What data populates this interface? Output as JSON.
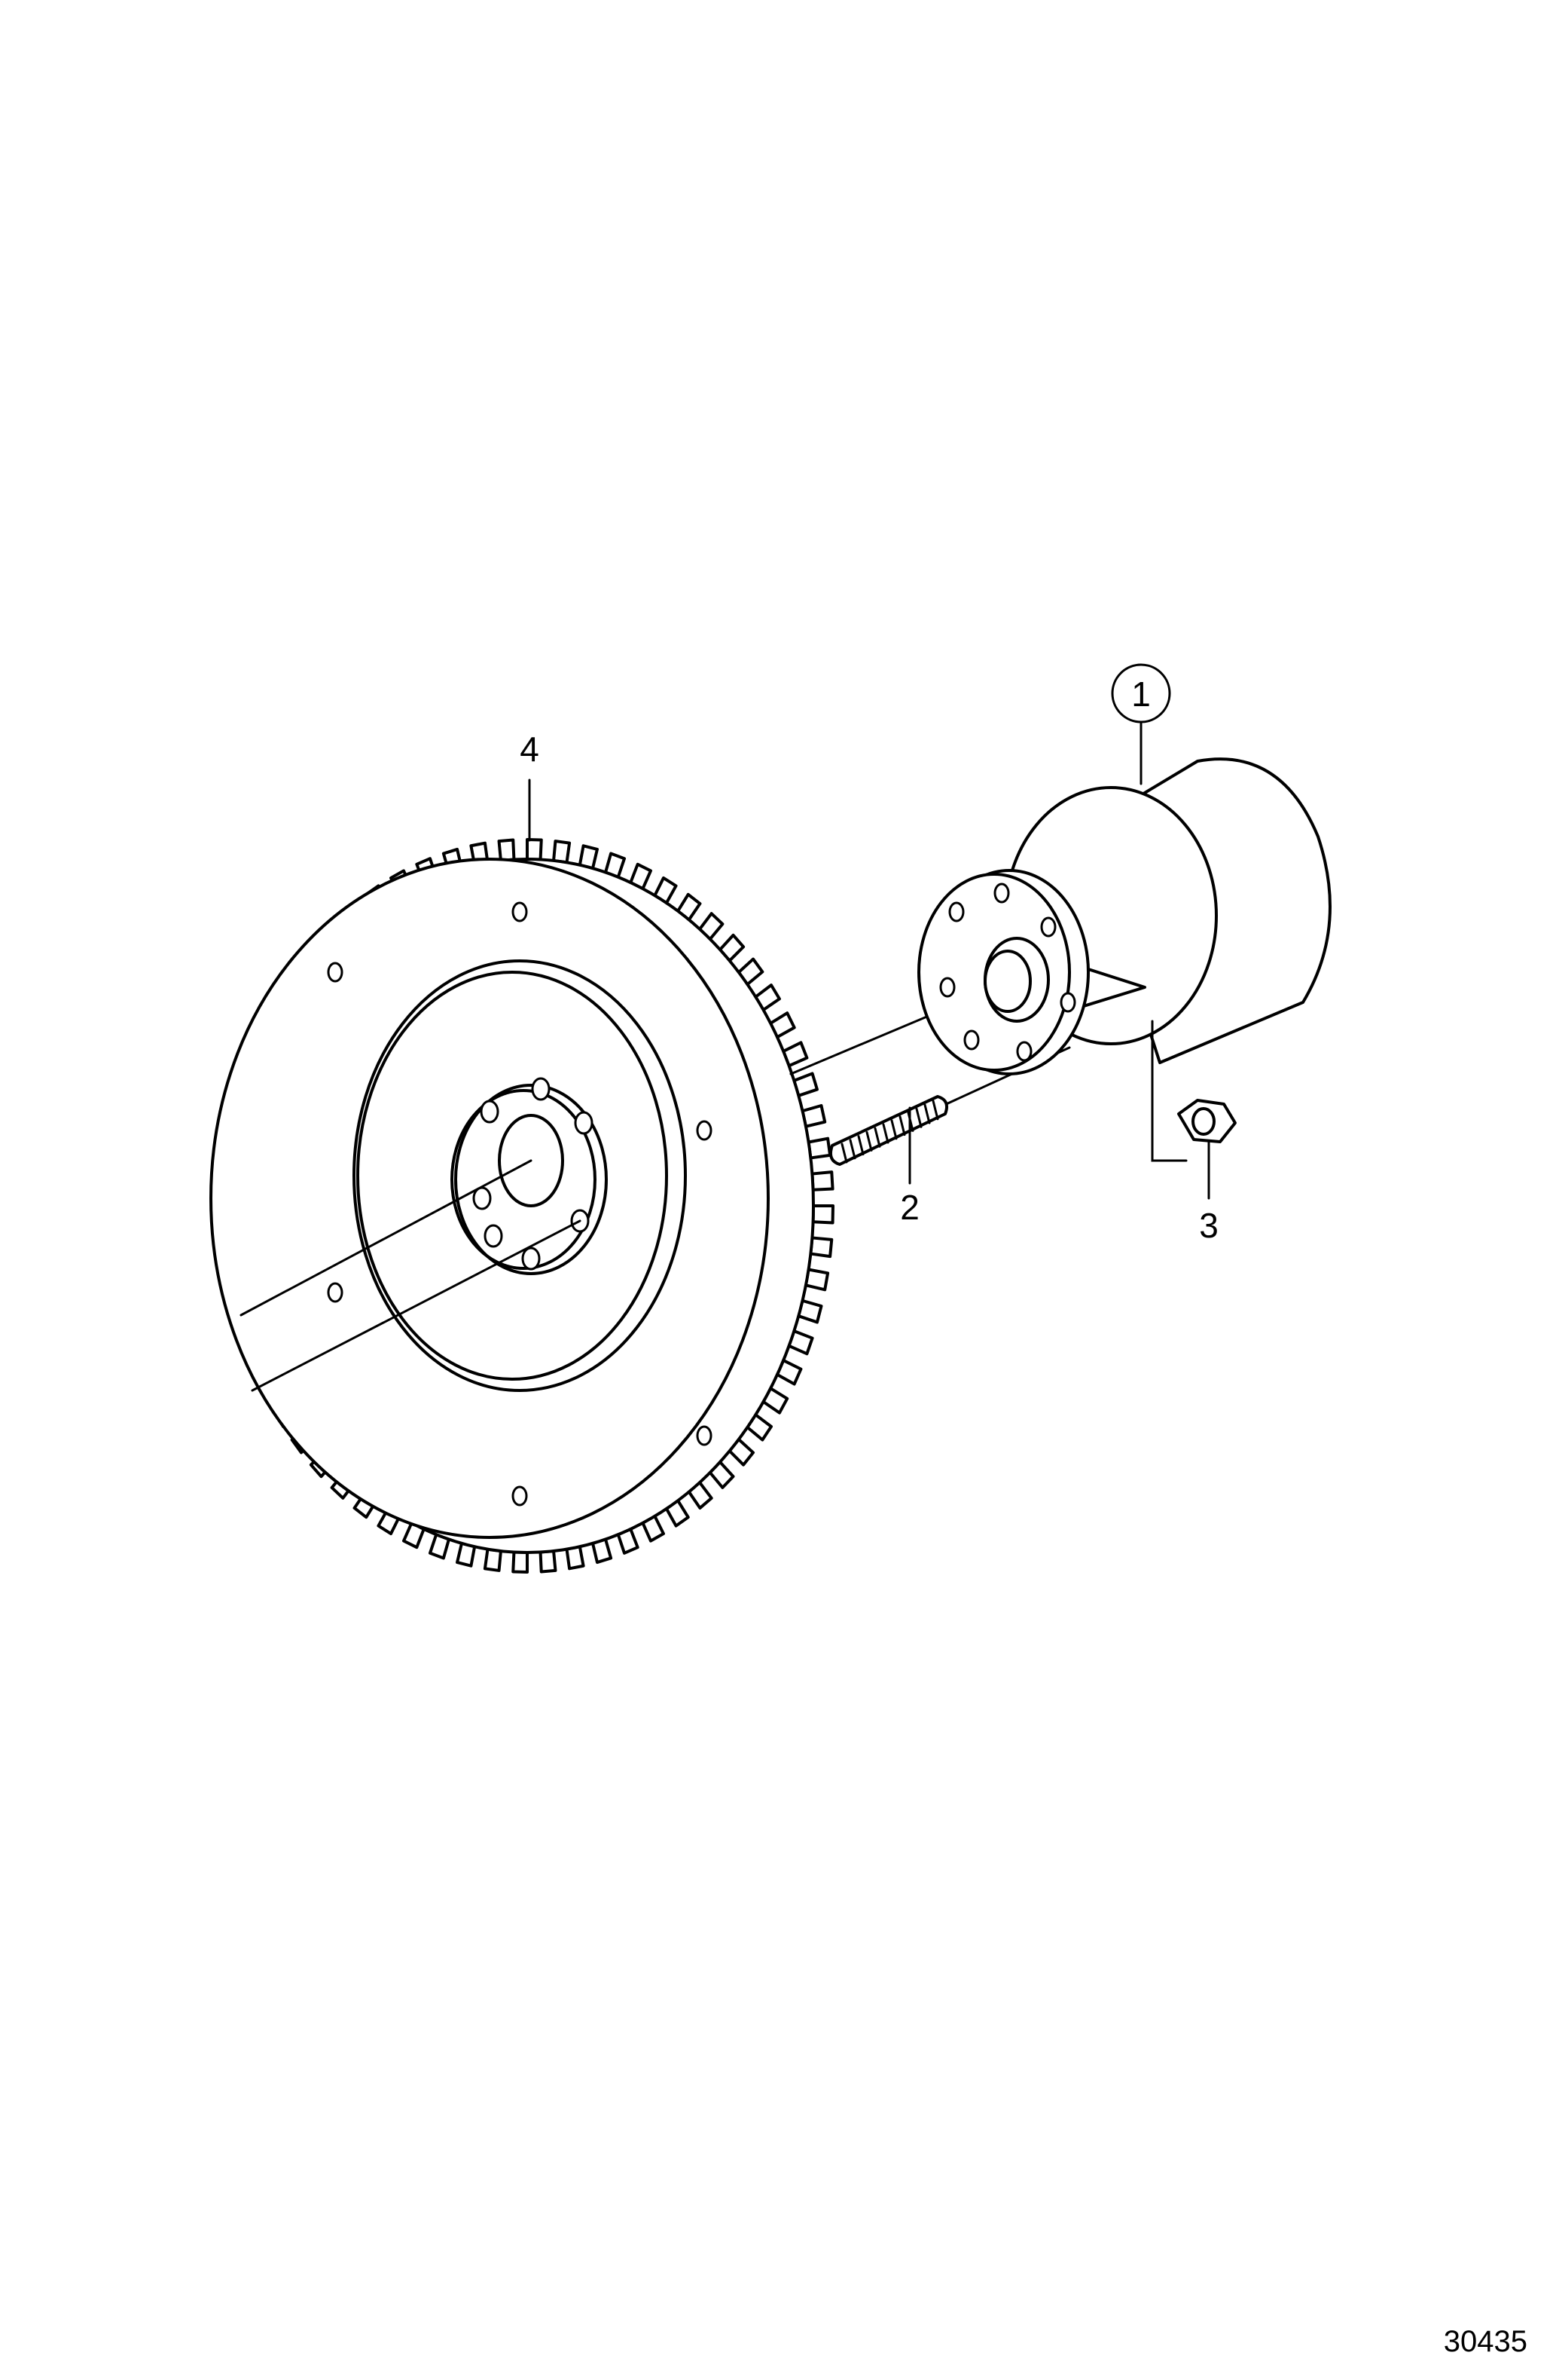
{
  "diagram": {
    "callouts": [
      {
        "id": "1",
        "label": "1"
      },
      {
        "id": "2",
        "label": "2"
      },
      {
        "id": "3",
        "label": "3"
      },
      {
        "id": "4",
        "label": "4"
      }
    ],
    "figure_number": "30435"
  }
}
